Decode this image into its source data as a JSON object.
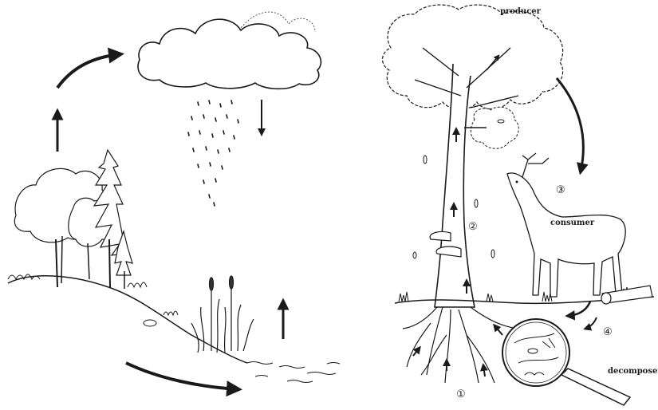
{
  "labels": {
    "producer": "producer",
    "consumer": "consumer",
    "decomposers": "decomposers"
  },
  "steps": [
    "①",
    "②",
    "③",
    "④"
  ],
  "colors": {
    "ink": "#1a1a1a",
    "background": "#ffffff"
  }
}
